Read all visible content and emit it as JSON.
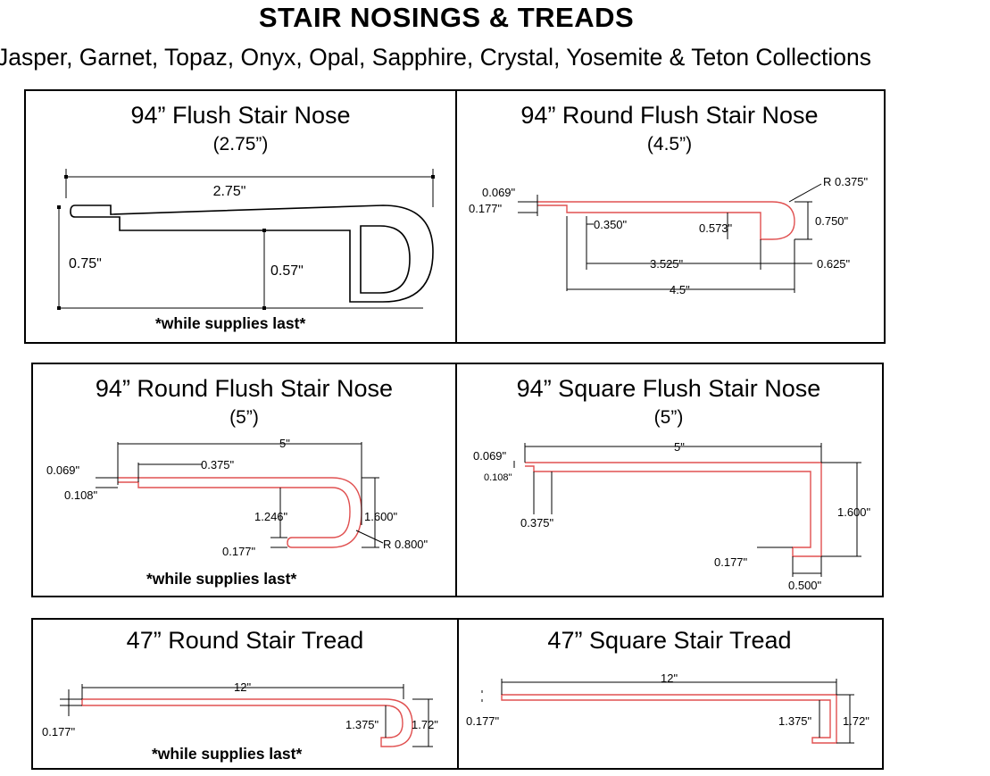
{
  "header": {
    "title": "STAIR NOSINGS & TREADS",
    "subtitle": "Jasper, Garnet, Topaz, Onyx, Opal, Sapphire, Crystal, Yosemite & Teton Collections"
  },
  "panels": {
    "p1": {
      "title": "94” Flush Stair Nose",
      "size": "(2.75”)",
      "dims": {
        "width": "2.75ʺ",
        "height": "0.75ʺ",
        "inner": "0.57ʺ"
      },
      "note": "*while supplies last*"
    },
    "p2": {
      "title": "94” Round Flush Stair Nose",
      "size": "(4.5”)",
      "dims": {
        "lip": "0.069\"",
        "thick": "0.177\"",
        "gap": "0.350\"",
        "depth": "0.573\"",
        "radius": "R 0.375\"",
        "nose_h": "0.750\"",
        "run": "3.525\"",
        "nose_w": "0.625\"",
        "total": "4.5\""
      }
    },
    "p3": {
      "title": "94” Round Flush Stair Nose",
      "size": "(5”)",
      "dims": {
        "total": "5\"",
        "lip": "0.069\"",
        "gap": "0.375\"",
        "thick": "0.108\"",
        "inner_h": "1.246\"",
        "outer_h": "1.600\"",
        "return": "0.177\"",
        "radius": "R 0.800\""
      },
      "note": "*while supplies last*"
    },
    "p4": {
      "title": "94” Square Flush Stair Nose",
      "size": "(5”)",
      "dims": {
        "total": "5\"",
        "lip": "0.069\"",
        "thick": "0.108\"",
        "gap": "0.375\"",
        "height": "1.600\"",
        "return": "0.177\"",
        "foot": "0.500\""
      }
    },
    "p5": {
      "title": "47” Round Stair Tread",
      "dims": {
        "width": "12\"",
        "thick": "0.177\"",
        "inner_h": "1.375\"",
        "outer_h": "1.72\""
      },
      "note": "*while supplies last*"
    },
    "p6": {
      "title": "47” Square Stair Tread",
      "dims": {
        "width": "12\"",
        "thick": "0.177\"",
        "inner_h": "1.375\"",
        "outer_h": "1.72\""
      }
    }
  }
}
